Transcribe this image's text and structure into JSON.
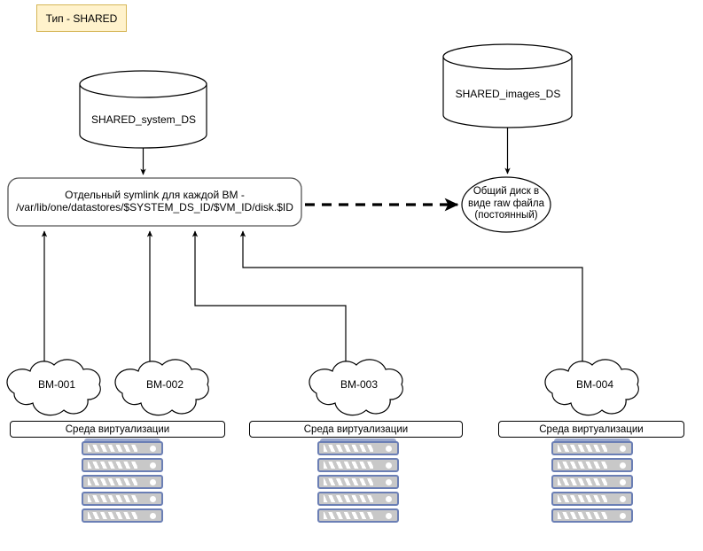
{
  "diagram": {
    "title_badge": "Тип - SHARED",
    "datastores": [
      {
        "id": "system-ds",
        "label": "SHARED_system_DS"
      },
      {
        "id": "images-ds",
        "label": "SHARED_images_DS"
      }
    ],
    "symlink_box": {
      "line1": "Отдельный symlink для каждой ВМ -",
      "line2": "/var/lib/one/datastores/$SYSTEM_DS_ID/$VM_ID/disk.$ID"
    },
    "shared_disk": {
      "line1": "Общий диск в",
      "line2": "виде raw файла",
      "line3": "(постоянный)"
    },
    "vms": [
      {
        "label": "ВМ-001"
      },
      {
        "label": "ВМ-002"
      },
      {
        "label": "ВМ-003"
      },
      {
        "label": "ВМ-004"
      }
    ],
    "hosts": [
      {
        "label": "Среда виртуализации"
      },
      {
        "label": "Среда виртуализации"
      },
      {
        "label": "Среда виртуализации"
      }
    ],
    "colors": {
      "badge_fill": "#fff2cc",
      "badge_stroke": "#d6b656",
      "server_body": "#c8c8c8",
      "server_stroke": "#6b7fb5",
      "stroke": "#000000"
    }
  }
}
